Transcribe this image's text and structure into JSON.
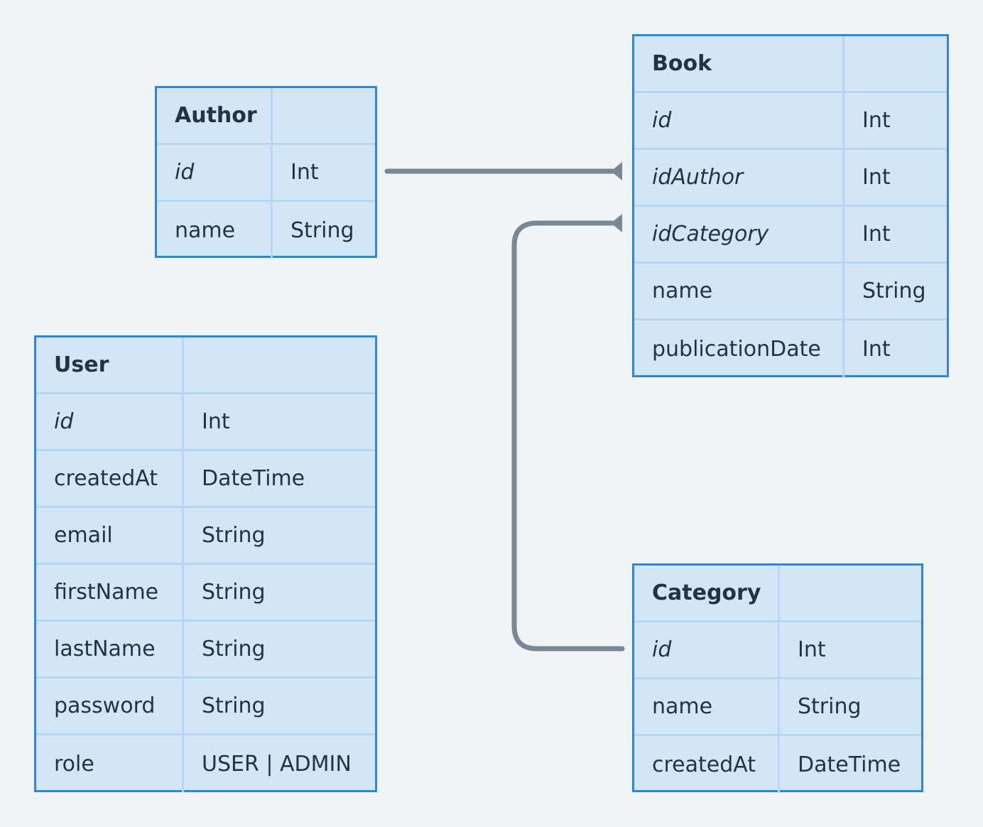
{
  "entities": {
    "author": {
      "title": "Author",
      "fields": [
        {
          "name": "id",
          "type": "Int"
        },
        {
          "name": "name",
          "type": "String"
        }
      ]
    },
    "book": {
      "title": "Book",
      "fields": [
        {
          "name": "id",
          "type": "Int"
        },
        {
          "name": "idAuthor",
          "type": "Int"
        },
        {
          "name": "idCategory",
          "type": "Int"
        },
        {
          "name": "name",
          "type": "String"
        },
        {
          "name": "publicationDate",
          "type": "Int"
        }
      ]
    },
    "user": {
      "title": "User",
      "fields": [
        {
          "name": "id",
          "type": "Int"
        },
        {
          "name": "createdAt",
          "type": "DateTime"
        },
        {
          "name": "email",
          "type": "String"
        },
        {
          "name": "firstName",
          "type": "String"
        },
        {
          "name": "lastName",
          "type": "String"
        },
        {
          "name": "password",
          "type": "String"
        },
        {
          "name": "role",
          "type": "USER | ADMIN"
        }
      ]
    },
    "category": {
      "title": "Category",
      "fields": [
        {
          "name": "id",
          "type": "Int"
        },
        {
          "name": "name",
          "type": "String"
        },
        {
          "name": "createdAt",
          "type": "DateTime"
        }
      ]
    }
  },
  "colors": {
    "background": "#f0f4f7",
    "table_fill": "#d3e6f6",
    "table_border": "#2f86d6",
    "row_divider": "#b8d6f1",
    "text": "#1f3447",
    "connector": "#7a8796"
  }
}
